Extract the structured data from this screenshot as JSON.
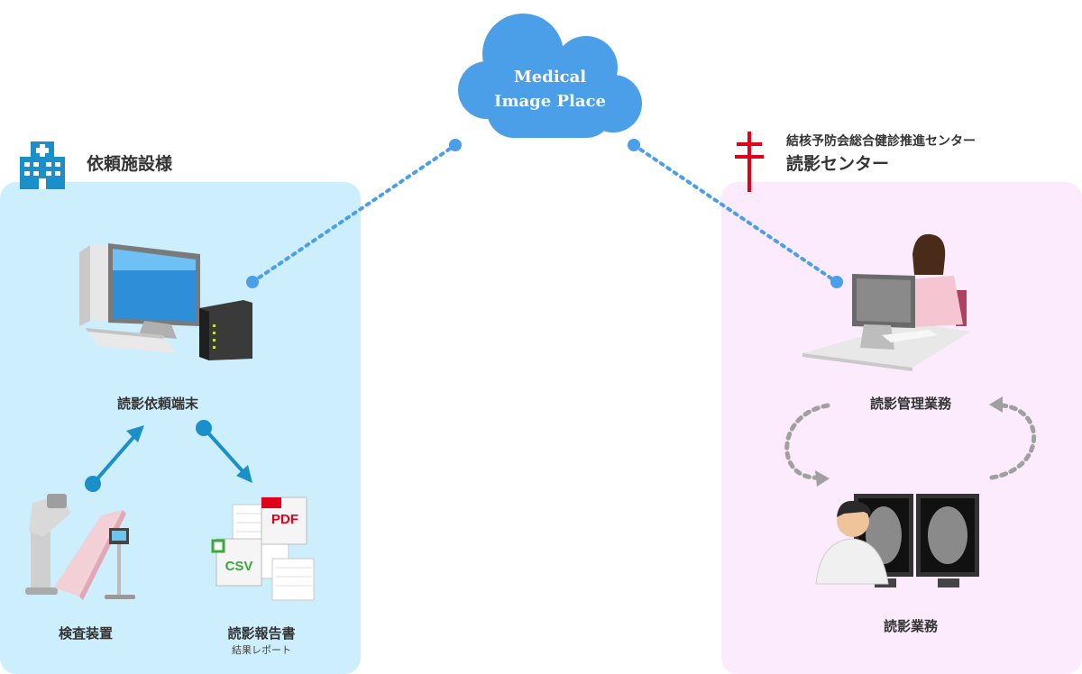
{
  "cloud": {
    "line1": "Medical",
    "line2": "Image Place"
  },
  "left_section": {
    "title": "依頼施設様",
    "terminal_label": "読影依頼端末",
    "equipment_label": "検査装置",
    "report_label": "読影報告書",
    "report_sub": "結果レポート",
    "pdf_badge": "PDF",
    "csv_badge": "CSV"
  },
  "right_section": {
    "org_name": "結核予防会総合健診推進センター",
    "title": "読影センター",
    "management_label": "読影管理業務",
    "reading_label": "読影業務"
  },
  "colors": {
    "left_panel": "#cdeefc",
    "right_panel": "#fcebfc",
    "cloud": "#4a9fe8",
    "connector": "#4a9fe8",
    "arrow": "#1a8fc9",
    "cross": "#e0001b"
  }
}
